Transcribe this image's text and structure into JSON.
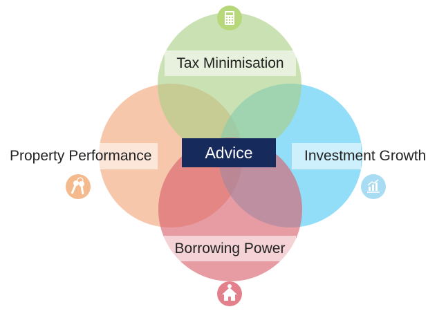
{
  "center": {
    "label": "Advice",
    "color": "#172a5c"
  },
  "sets": [
    {
      "id": "tax",
      "label": "Tax Minimisation",
      "color": "#a9cf86",
      "icon": "calculator-icon",
      "icon_color": "#b7d87a"
    },
    {
      "id": "property",
      "label": "Property Performance",
      "color": "#f2ac83",
      "icon": "keys-icon",
      "icon_color": "#f4b98d"
    },
    {
      "id": "investment",
      "label": "Investment Growth",
      "color": "#4fcaf3",
      "icon": "chart-icon",
      "icon_color": "#a8dcf3"
    },
    {
      "id": "borrowing",
      "label": "Borrowing Power",
      "color": "#d9606c",
      "icon": "house-icon",
      "icon_color": "#e2808c"
    }
  ]
}
